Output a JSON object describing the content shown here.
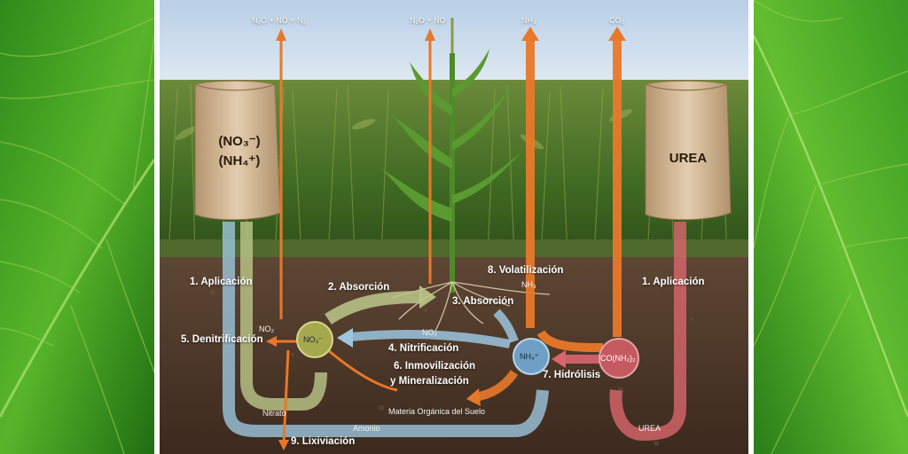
{
  "gases": {
    "left": "N₂O + NO + N₂",
    "center": "N₂O + NO",
    "nh3": "NH₃",
    "co2": "CO₂"
  },
  "bags": {
    "left_line1": "(NO₃⁻)",
    "left_line2": "(NH₄⁺)",
    "right": "UREA"
  },
  "steps": {
    "s1_left": "1. Aplicación",
    "s1_right": "1. Aplicación",
    "s2": "2. Absorción",
    "s3": "3. Absorción",
    "s4": "4. Nitrificación",
    "s5": "5. Denitrificación",
    "s6_line1": "6. Inmovilización",
    "s6_line2": "y Mineralización",
    "s7": "7. Hidrólisis",
    "s8": "8. Volatilización",
    "s9": "9. Lixiviación"
  },
  "nodes": {
    "no3": "NO₃⁻",
    "nh4": "NH₄⁺",
    "urea": "CO(NH₂)₂"
  },
  "small_labels": {
    "no2_left": "NO₂",
    "no2_mid": "NO₂",
    "nh3_soil": "NH₃",
    "nitrato": "Nitrato",
    "amonio": "Amonio",
    "urea_flow": "UREA",
    "materia": "Materia Orgánica del Suelo"
  },
  "colors": {
    "blue_flow": "#9cc6de",
    "green_flow": "#bcc88a",
    "orange_flow": "#e8782a",
    "red_flow": "#d9666e",
    "no3_node": "#a5a84c",
    "nh4_node": "#6f9fc4",
    "urea_node": "#c45a60"
  }
}
